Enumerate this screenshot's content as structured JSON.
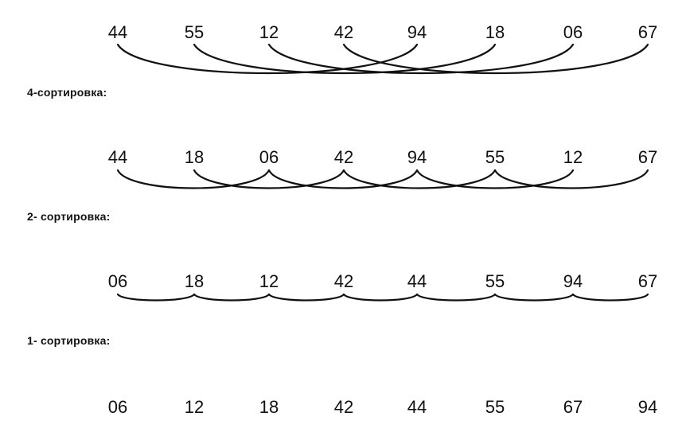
{
  "rows": [
    {
      "values": [
        "44",
        "55",
        "12",
        "42",
        "94",
        "18",
        "06",
        "67"
      ]
    },
    {
      "values": [
        "44",
        "18",
        "06",
        "42",
        "94",
        "55",
        "12",
        "67"
      ]
    },
    {
      "values": [
        "06",
        "18",
        "12",
        "42",
        "44",
        "55",
        "94",
        "67"
      ]
    },
    {
      "values": [
        "06",
        "12",
        "18",
        "42",
        "44",
        "55",
        "67",
        "94"
      ]
    }
  ],
  "passes": [
    {
      "label": "4-сортировка:",
      "step": 4
    },
    {
      "label": "2- сортировка:",
      "step": 2
    },
    {
      "label": "1- сортировка:",
      "step": 1
    }
  ]
}
